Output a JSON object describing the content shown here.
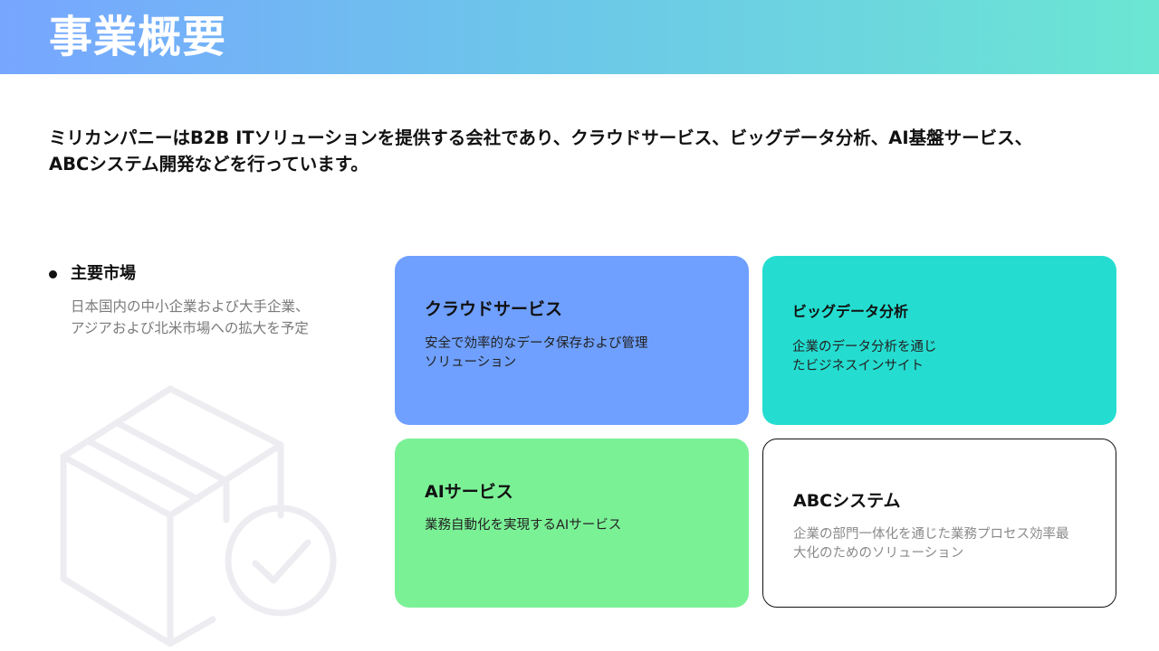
{
  "header": {
    "title": "事業概要"
  },
  "intro": {
    "line1": "ミリカンパニーはB2B ITソリューションを提供する会社であり、クラウドサービス、ビッグデータ分析、AI基盤サービス、",
    "line2": "ABCシステム開発などを行っています。"
  },
  "market": {
    "title": "主要市場",
    "desc_line1": "日本国内の中小企業および大手企業、",
    "desc_line2": "アジアおよび北米市場への拡大を予定"
  },
  "illustration": {
    "icon": "box-check-icon"
  },
  "cards": [
    {
      "title": "クラウドサービス",
      "desc_line1": "安全で効率的なデータ保存および管理",
      "desc_line2": "ソリューション",
      "color": "#6fa0ff"
    },
    {
      "title": "ビッグデータ分析",
      "desc_line1": "企業のデータ分析を通じ",
      "desc_line2": "たビジネスインサイト",
      "color": "#24ddd0"
    },
    {
      "title": "AIサービス",
      "desc_line1": "業務自動化を実現するAIサービス",
      "desc_line2": "",
      "color": "#7bf196"
    },
    {
      "title": "ABCシステム",
      "desc_line1": "企業の部門一体化を通じた業務プロセス効率最",
      "desc_line2": "大化のためのソリューション",
      "color": "#ffffff"
    }
  ]
}
